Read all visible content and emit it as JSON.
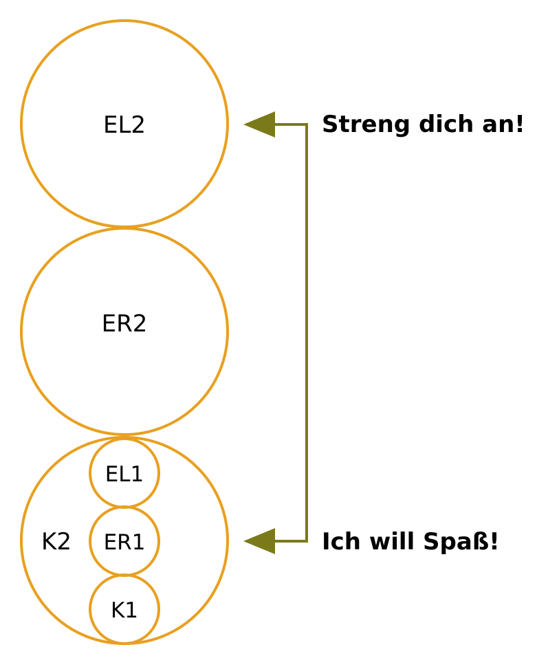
{
  "states": {
    "el2": "EL2",
    "er2": "ER2",
    "k2": "K2",
    "el1": "EL1",
    "er1": "ER1",
    "k1": "K1"
  },
  "messages": {
    "top": "Streng dich an!",
    "bottom": "Ich will Spaß!"
  },
  "colors": {
    "circle_stroke": "#e8a020",
    "arrow": "#7a7a1a",
    "text": "#000000"
  }
}
